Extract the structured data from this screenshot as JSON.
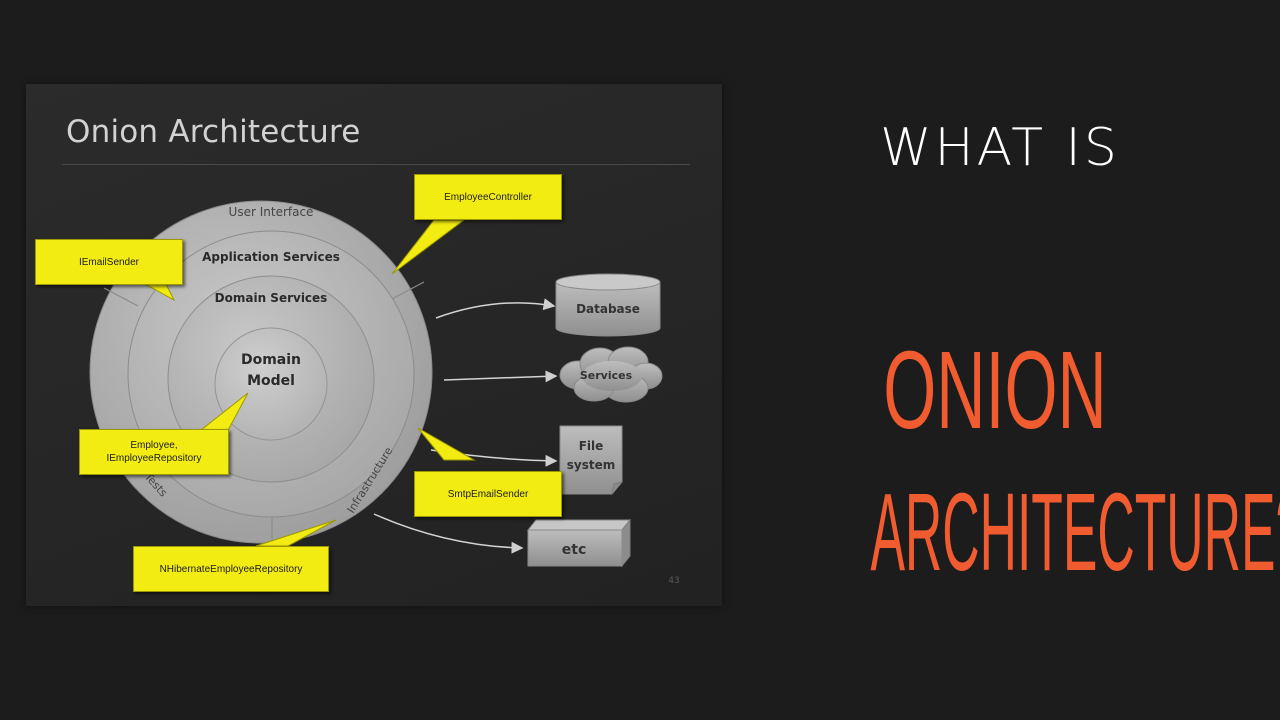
{
  "slide": {
    "title": "Onion Architecture",
    "page_number": "43",
    "rings": {
      "outer": "User Interface",
      "application": "Application Services",
      "domain_services": "Domain Services",
      "core_line1": "Domain",
      "core_line2": "Model",
      "infrastructure": "Infrastructure",
      "tests": "Tests"
    },
    "external": {
      "database": "Database",
      "services": "Services",
      "file_line1": "File",
      "file_line2": "system",
      "etc": "etc"
    },
    "callouts": {
      "employee_controller": "EmployeeController",
      "iemail_sender": "IEmailSender",
      "employee_repository": "Employee,\nIEmployeeRepository",
      "smtp_email_sender": "SmtpEmailSender",
      "nhibernate_repository": "NHibernateEmployeeRepository"
    }
  },
  "heading": {
    "what_is": "WHAT IS",
    "onion": "ONION",
    "architecture": "ARCHITECTURE?"
  },
  "colors": {
    "accent": "#f15b30",
    "callout": "#f2ec12",
    "background": "#1c1c1c"
  }
}
